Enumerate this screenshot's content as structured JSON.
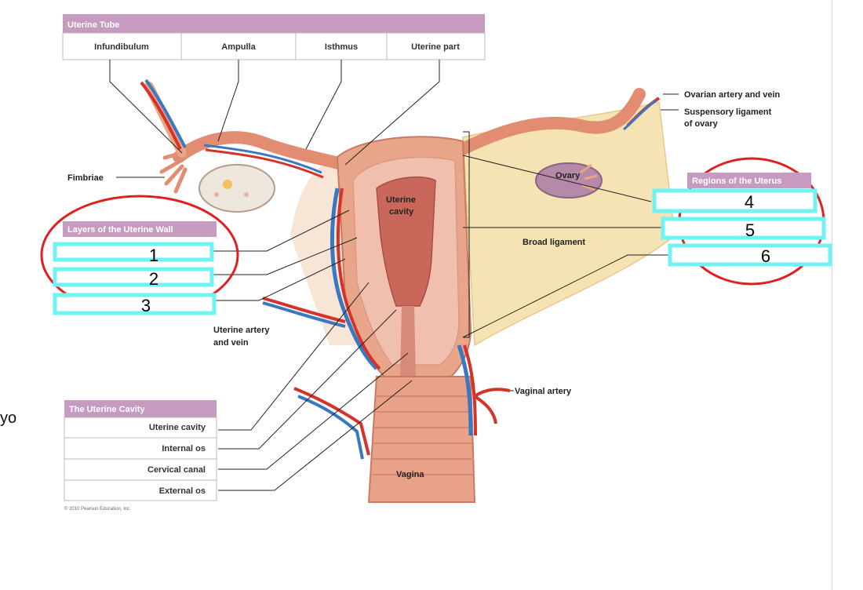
{
  "side_text": "yo",
  "uterine_tube": {
    "title": "Uterine Tube",
    "columns": [
      "Infundibulum",
      "Ampulla",
      "Isthmus",
      "Uterine part"
    ]
  },
  "labels": {
    "ovarian_vessels": "Ovarian artery and vein",
    "suspensory_line1": "Suspensory ligament",
    "suspensory_line2": "of ovary",
    "fimbriae": "Fimbriae",
    "ovary": "Ovary",
    "uterine_cavity_line1": "Uterine",
    "uterine_cavity_line2": "cavity",
    "broad_ligament": "Broad ligament",
    "uterine_vessels_line1": "Uterine artery",
    "uterine_vessels_line2": "and vein",
    "vaginal_artery": "Vaginal artery",
    "vagina": "Vagina",
    "copyright": "© 2010 Pearson Education, Inc."
  },
  "layers_header": "Layers of the Uterine Wall",
  "regions_header": "Regions of the Uterus",
  "cavity_table": {
    "title": "The Uterine Cavity",
    "rows": [
      "Uterine cavity",
      "Internal os",
      "Cervical canal",
      "External os"
    ]
  },
  "answer_boxes": [
    "1",
    "2",
    "3",
    "4",
    "5",
    "6"
  ],
  "colors": {
    "header_purple": "#c79ac0",
    "answer_box": "#6ff3f3",
    "highlight_circle": "#e02020",
    "artery": "#d7322a",
    "vein": "#3a78c2",
    "tissue": "#e9a58a",
    "ligament": "#f6e3b4"
  }
}
